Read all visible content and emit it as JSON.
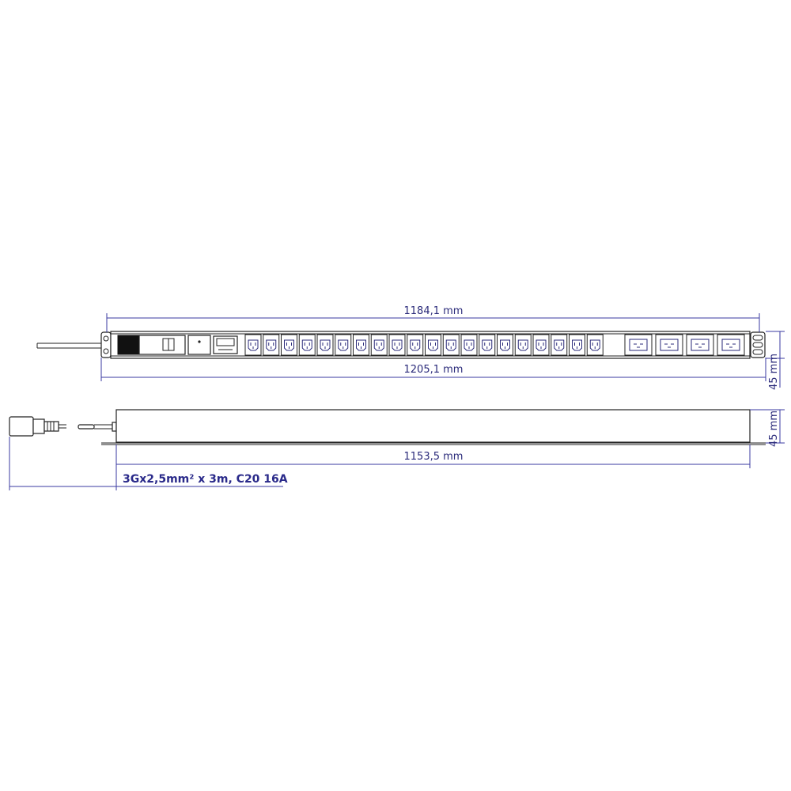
{
  "dimensions": {
    "front_length": "1184,1 mm",
    "total_length": "1205,1 mm",
    "height_front": "45 mm",
    "height_side": "45 mm",
    "body_length": "1153,5 mm"
  },
  "cable_spec": "3Gx2,5mm² x 3m, C20  16A",
  "outlets": {
    "c13_count": 20,
    "c19_count": 4
  },
  "colors": {
    "dimension": "#3a3aa0",
    "outline": "#222222",
    "label": "#2a2a8a"
  }
}
